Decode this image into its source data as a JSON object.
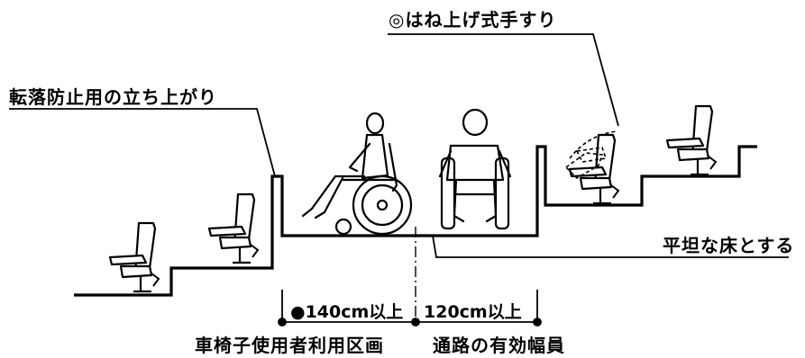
{
  "labels": {
    "fall_prevention": "転落防止用の立ち上がり",
    "flip_up_handrail": "◎はね上げ式手すり",
    "flat_floor": "平坦な床とする",
    "wheelchair_area_width": "●140cm以上",
    "aisle_width": "120cm以上",
    "wheelchair_area_caption": "車椅子使用者利用区画",
    "aisle_caption": "通路の有効幅員"
  },
  "icons": {
    "seat": "theater-seat-icon",
    "wheelchair_side": "wheelchair-user-side-icon",
    "wheelchair_front": "wheelchair-user-front-icon",
    "flip_up": "flip-up-seat-icon"
  },
  "colors": {
    "line": "#000000",
    "background": "#ffffff"
  }
}
